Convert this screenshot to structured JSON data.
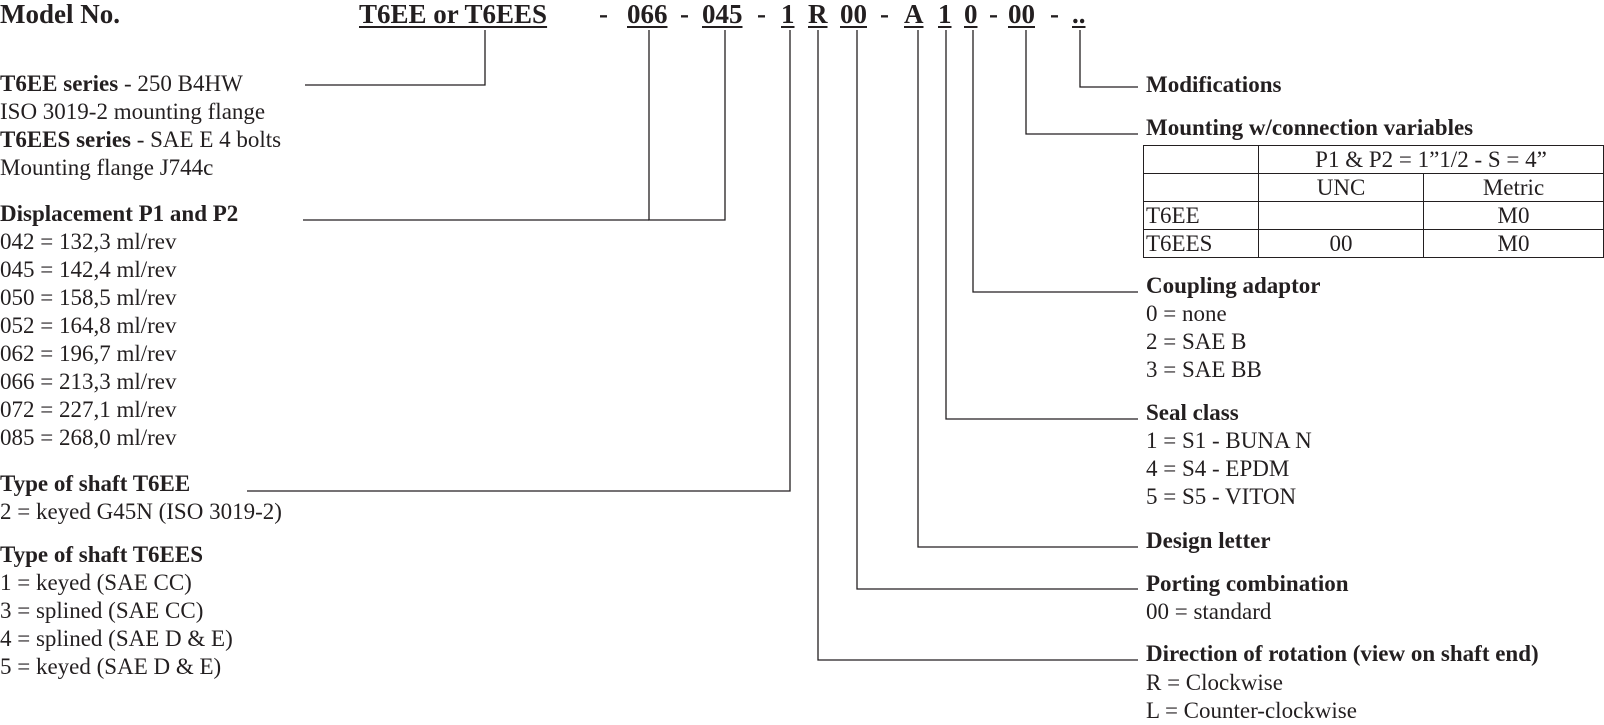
{
  "header": {
    "model_label": "Model No.",
    "codes": [
      "T6EE or T6EES",
      "066",
      "045",
      "1",
      "R",
      "00",
      "A",
      "1",
      "0",
      "00",
      ".."
    ],
    "separator": "-"
  },
  "series": {
    "t6ee_bold": "T6EE series",
    "t6ee_rest": " - 250 B4HW",
    "t6ee_line2": "ISO 3019-2 mounting flange",
    "t6ees_bold": "T6EES series",
    "t6ees_rest": " - SAE E 4 bolts",
    "t6ees_line2": "Mounting flange J744c"
  },
  "displacement": {
    "title": "Displacement P1 and P2",
    "items": [
      "042 = 132,3 ml/rev",
      "045 = 142,4 ml/rev",
      "050 = 158,5 ml/rev",
      "052 = 164,8 ml/rev",
      "062 = 196,7 ml/rev",
      "066 = 213,3 ml/rev",
      "072 = 227,1 ml/rev",
      "085 = 268,0 ml/rev"
    ]
  },
  "shaft_t6ee": {
    "title": "Type of shaft T6EE",
    "items": [
      "2 = keyed G45N (ISO 3019-2)"
    ]
  },
  "shaft_t6ees": {
    "title": "Type of shaft T6EES",
    "items": [
      "1 = keyed (SAE CC)",
      "3 = splined (SAE CC)",
      "4 = splined (SAE D & E)",
      "5 = keyed (SAE D & E)"
    ]
  },
  "modifications": {
    "title": "Modifications"
  },
  "mounting": {
    "title": "Mounting w/connection variables",
    "table": {
      "header": "P1 & P2 = 1”1/2 - S = 4”",
      "columns": [
        "",
        "UNC",
        "Metric"
      ],
      "rows": [
        [
          "T6EE",
          "",
          "M0"
        ],
        [
          "T6EES",
          "00",
          "M0"
        ]
      ]
    }
  },
  "coupling": {
    "title": "Coupling adaptor",
    "items": [
      "0 = none",
      "2 = SAE B",
      "3 = SAE BB"
    ]
  },
  "seal": {
    "title": "Seal class",
    "items": [
      "1 = S1 - BUNA N",
      "4 = S4 - EPDM",
      "5 = S5 - VITON"
    ]
  },
  "design": {
    "title": "Design letter"
  },
  "porting": {
    "title": "Porting combination",
    "items": [
      "00 = standard"
    ]
  },
  "rotation": {
    "title": "Direction of rotation (view on shaft end)",
    "items": [
      "R = Clockwise",
      "L = Counter-clockwise"
    ]
  }
}
